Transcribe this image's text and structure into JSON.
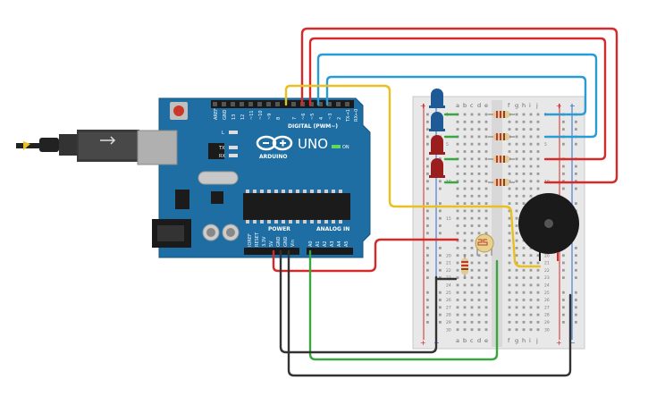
{
  "board": {
    "brand": "ARDUINO",
    "model": "UNO",
    "on_label": "ON",
    "tx_label": "TX",
    "rx_label": "RX",
    "l_label": "L",
    "digital_label": "DIGITAL (PWM~)",
    "power_label": "POWER",
    "analog_label": "ANALOG IN",
    "digital_pins": [
      "AREF",
      "GND",
      "13",
      "12",
      "~11",
      "~10",
      "~9",
      "8",
      "7",
      "~6",
      "~5",
      "4",
      "~3",
      "2",
      "TX→1",
      "RX←0"
    ],
    "power_pins": [
      "IOREF",
      "RESET",
      "3.3V",
      "5V",
      "GND",
      "GND",
      "Vin"
    ],
    "analog_pins": [
      "A0",
      "A1",
      "A2",
      "A3",
      "A4",
      "A5"
    ]
  },
  "breadboard": {
    "columns_left": [
      "a",
      "b",
      "c",
      "d",
      "e"
    ],
    "columns_right": [
      "f",
      "g",
      "h",
      "i",
      "j"
    ],
    "rows": [
      "1",
      "",
      "",
      "",
      "5",
      "",
      "",
      "",
      "",
      "10",
      "",
      "",
      "",
      "",
      "15",
      "",
      "",
      "",
      "",
      "20",
      "21",
      "22",
      "23",
      "24",
      "25",
      "26",
      "27",
      "28",
      "29",
      "30"
    ],
    "plus": "+",
    "minus": "−"
  },
  "colors": {
    "board": "#1e6ea3",
    "breadboard": "#e8e8e8",
    "wire_red": "#d42a2a",
    "wire_blue": "#2a9cd4",
    "wire_yellow": "#e8c020",
    "wire_green": "#3aa640",
    "wire_black": "#333333",
    "led_blue": "#1e5a96",
    "led_red": "#9a1e1e"
  }
}
